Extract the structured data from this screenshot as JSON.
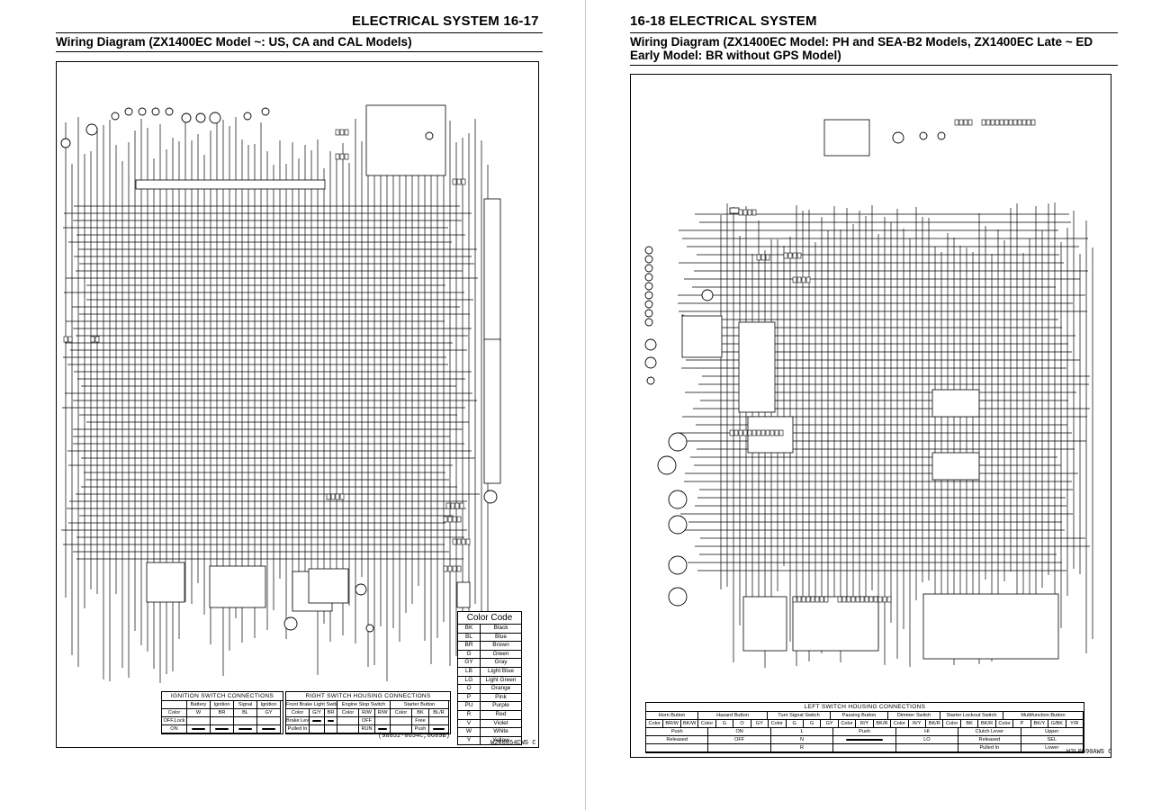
{
  "left_page": {
    "header": "ELECTRICAL SYSTEM 16-17",
    "subtitle": "Wiring Diagram (ZX1400EC Model ~: US, CA and CAL Models)",
    "ref_number": "(98052-0654C,0689B)",
    "drawing_code": "W2R0854CWS C",
    "color_code": {
      "title": "Color Code",
      "rows": [
        {
          "code": "BK",
          "name": "Black"
        },
        {
          "code": "BL",
          "name": "Blue"
        },
        {
          "code": "BR",
          "name": "Brown"
        },
        {
          "code": "G",
          "name": "Green"
        },
        {
          "code": "GY",
          "name": "Gray"
        },
        {
          "code": "LB",
          "name": "Light Blue"
        },
        {
          "code": "LG",
          "name": "Light Green"
        },
        {
          "code": "O",
          "name": "Orange"
        },
        {
          "code": "P",
          "name": "Pink"
        },
        {
          "code": "PU",
          "name": "Purple"
        },
        {
          "code": "R",
          "name": "Red"
        },
        {
          "code": "V",
          "name": "Violet"
        },
        {
          "code": "W",
          "name": "White"
        },
        {
          "code": "Y",
          "name": "Yellow"
        }
      ]
    },
    "ignition_table": {
      "title": "IGNITION SWITCH CONNECTIONS",
      "cols": [
        "",
        "Battery",
        "Ignition",
        "Signal",
        "Ignition"
      ],
      "colors": [
        "Color",
        "W",
        "BR",
        "BL",
        "GY"
      ],
      "rows": [
        "OFF,Lock",
        "ON"
      ]
    },
    "right_switch_table": {
      "title": "RIGHT SWITCH HOUSING CONNECTIONS",
      "groups": [
        "Front Brake Light Switch",
        "Engine Stop Switch",
        "Starter Button"
      ],
      "colors": [
        "Color",
        "G/Y",
        "BR",
        "Color",
        "R/W",
        "R/W",
        "Color",
        "BK",
        "BL/R"
      ],
      "row1": [
        "Brake Lever",
        "",
        "",
        "",
        "OFF",
        "",
        "",
        "Free",
        ""
      ],
      "row2": [
        "Pulled In",
        "",
        "",
        "",
        "RUN",
        "",
        "",
        "Push",
        ""
      ]
    }
  },
  "right_page": {
    "header": "16-18 ELECTRICAL SYSTEM",
    "subtitle": "Wiring Diagram (ZX1400EC Model: PH and SEA-B2 Models, ZX1400EC Late ~ ED Early Model: BR without GPS Model)",
    "drawing_code": "W2L0690AWS C",
    "left_switch_table": {
      "title": "LEFT SWITCH HOUSING CONNECTIONS",
      "groups": [
        "Horn Button",
        "Hazard Button",
        "Turn Signal Switch",
        "Passing Button",
        "Dimmer Switch",
        "Starter Lockout Switch",
        "Multifunction Button"
      ],
      "colors": [
        "Color",
        "BR/W",
        "BK/W",
        "Color",
        "G",
        "O",
        "GY",
        "Color",
        "G",
        "G",
        "GY",
        "Color",
        "R/Y",
        "BK/R",
        "Color",
        "R/Y",
        "BK/R",
        "Color",
        "BK",
        "BK/R",
        "Color",
        "P",
        "BK/Y",
        "G/BK",
        "Y/R"
      ],
      "states": [
        "Push",
        "Released",
        "ON",
        "OFF",
        "L",
        "N",
        "R",
        "Push",
        "HI",
        "LO",
        "Clutch Lever",
        "Released",
        "Pulled In",
        "Upper",
        "SEL",
        "Lower"
      ]
    }
  }
}
